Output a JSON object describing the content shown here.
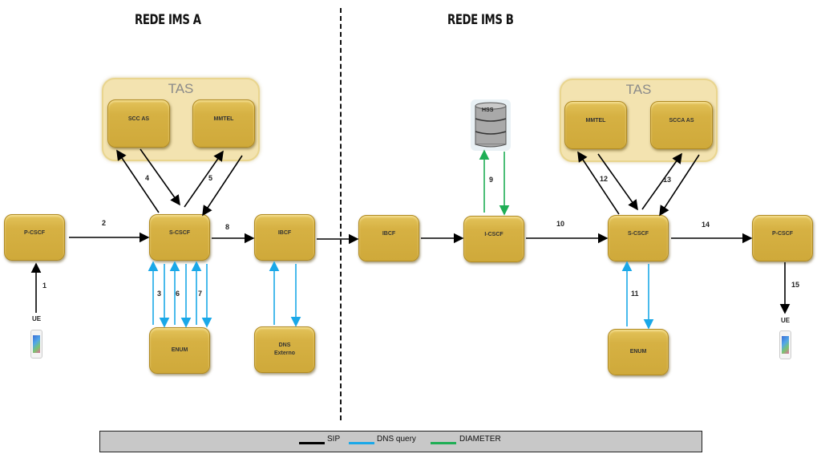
{
  "titles": {
    "network_a": "REDE IMS A",
    "network_b": "REDE IMS B"
  },
  "network_a": {
    "tas_label": "TAS",
    "tas_apps": [
      "SCC AS",
      "MMTEL"
    ],
    "nodes": {
      "p_cscf": "P-CSCF",
      "s_cscf": "S-CSCF",
      "ibcf": "IBCF",
      "enum": "ENUM",
      "dns_externo": "DNS\nExterno"
    },
    "ue_label": "UE"
  },
  "network_b": {
    "tas_label": "TAS",
    "tas_apps": [
      "MMTEL",
      "SCCA AS"
    ],
    "hss_label": "HSS",
    "nodes": {
      "ibcf": "IBCF",
      "i_cscf": "I-CSCF",
      "s_cscf": "S-CSCF",
      "p_cscf": "P-CSCF",
      "enum": "ENUM"
    },
    "ue_label": "UE"
  },
  "step_labels": [
    "1",
    "2",
    "3",
    "4",
    "5",
    "6",
    "7",
    "8",
    "9",
    "10",
    "11",
    "12",
    "13",
    "14",
    "15"
  ],
  "legend": {
    "items": [
      {
        "label": "SIP",
        "color": "#000000"
      },
      {
        "label": "DNS query",
        "color": "#1aa8e8"
      },
      {
        "label": "DIAMETER",
        "color": "#1fae55"
      }
    ]
  },
  "colors": {
    "sip": "#000000",
    "dns": "#1aa8e8",
    "diameter": "#1fae55",
    "node": "#d6b143",
    "tas_bg": "#f3e3b0"
  }
}
